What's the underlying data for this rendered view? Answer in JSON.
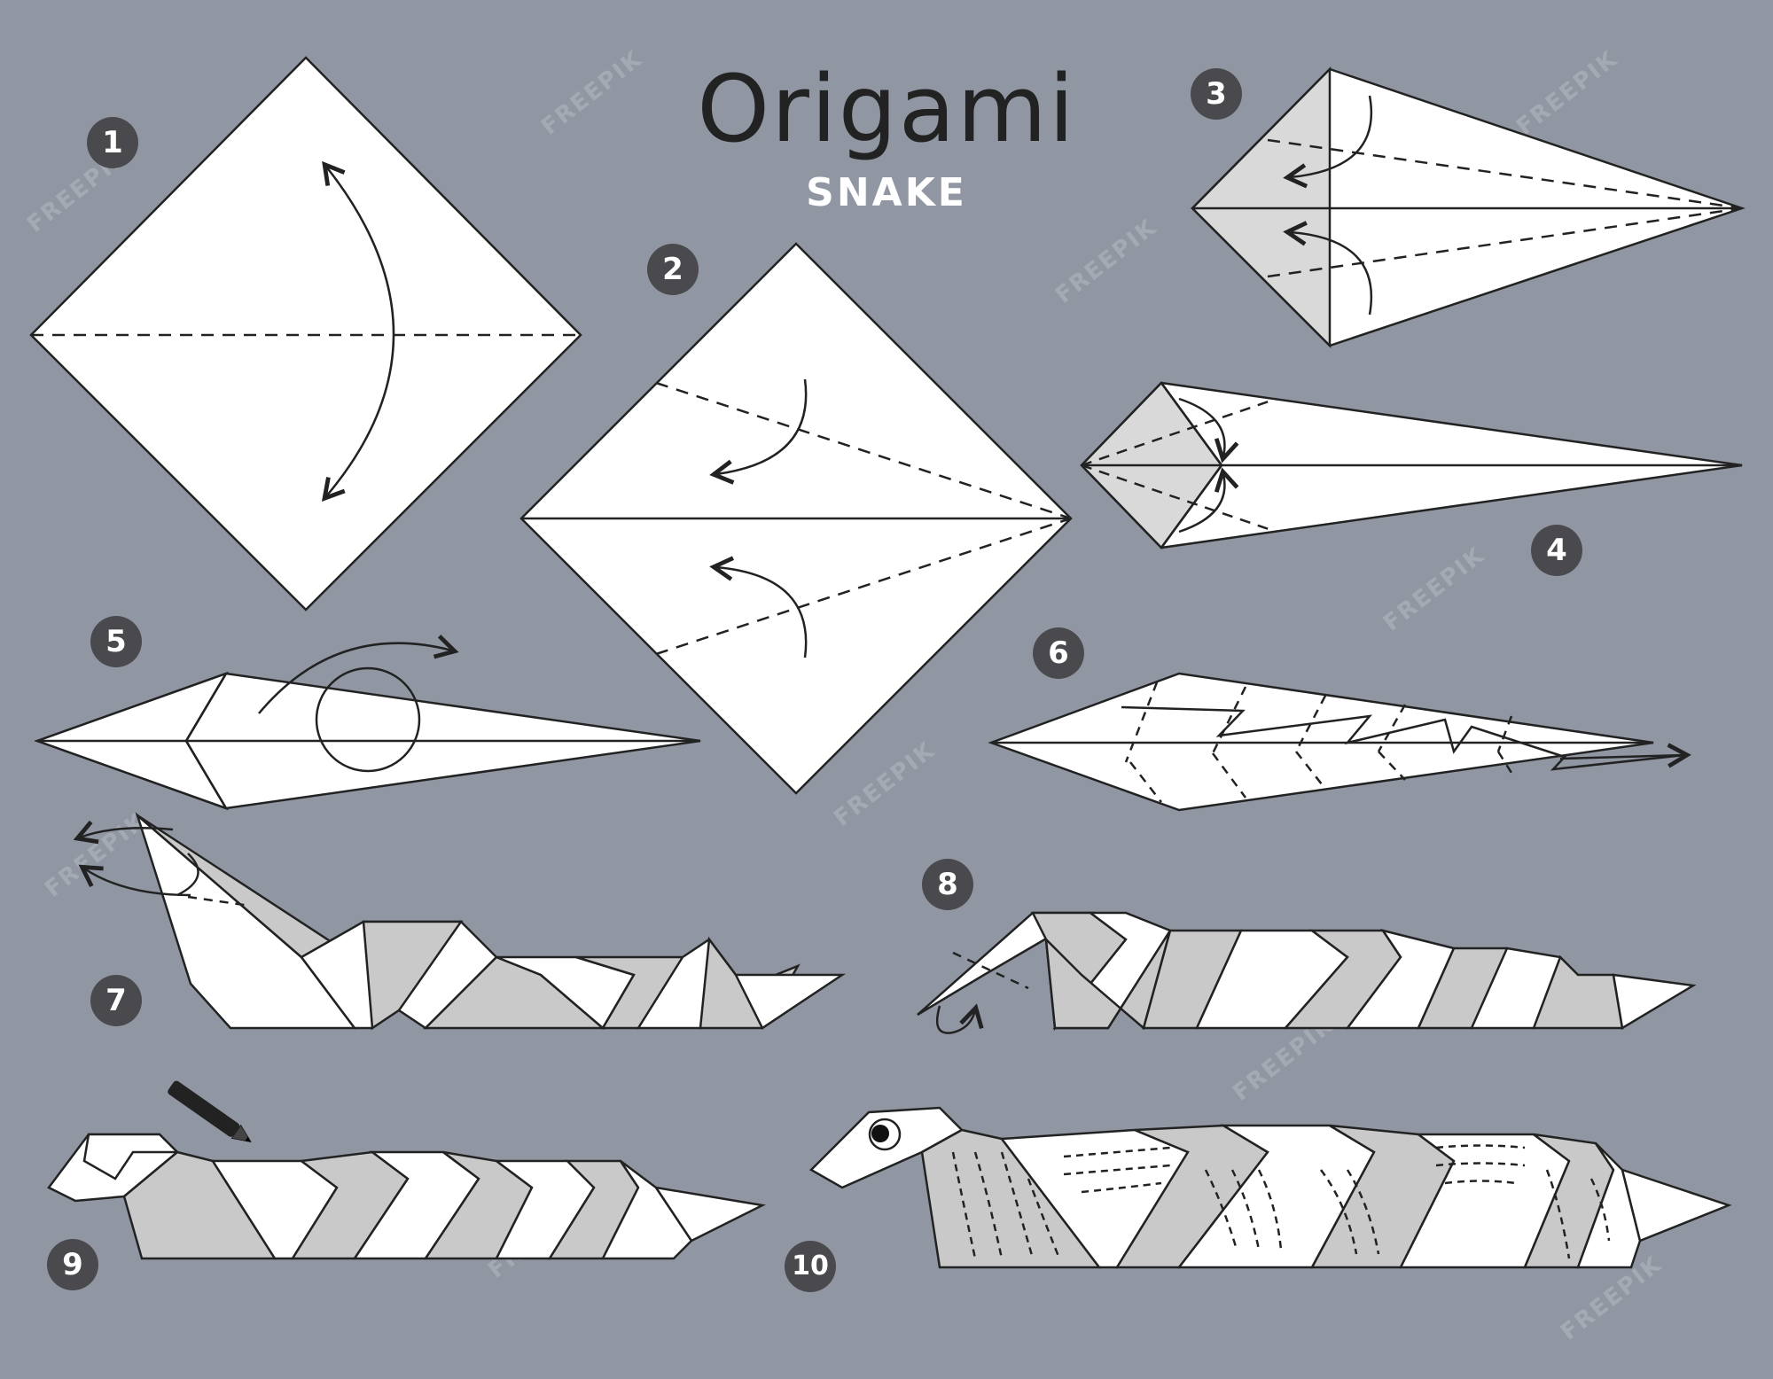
{
  "title": "Origami",
  "subtitle": "SNAKE",
  "steps": [
    "1",
    "2",
    "3",
    "4",
    "5",
    "6",
    "7",
    "8",
    "9",
    "10"
  ],
  "watermark": "FREEPIK",
  "colors": {
    "background": "#9097a3",
    "paper_front": "#ffffff",
    "paper_back": "#c9c9c9",
    "paper_shade": "#d9d9d9",
    "badge": "#4a4a4e",
    "line": "#222222"
  },
  "icons": {
    "pencil": "pencil-icon",
    "eye": "eye-icon"
  }
}
